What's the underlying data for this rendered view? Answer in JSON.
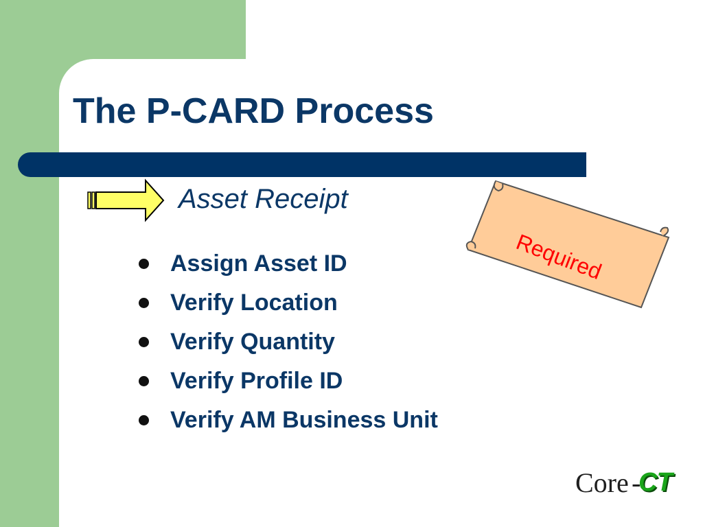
{
  "slide": {
    "title": "The P-CARD Process",
    "subtitle": "Asset Receipt",
    "scroll_label": "Required",
    "bullets": [
      "Assign Asset ID",
      "Verify Location",
      "Verify Quantity",
      "Verify Profile ID",
      "Verify AM Business Unit"
    ],
    "logo": {
      "core": "Core",
      "hyphen": "-",
      "ct": "CT"
    }
  },
  "colors": {
    "title_text": "#0b3766",
    "title_bar": "#003366",
    "left_block": "#9ccc95",
    "arrow_fill": "#ffff66",
    "scroll_fill": "#ffcc99",
    "scroll_text": "#ff0000",
    "logo_ct": "#1aa51a"
  },
  "icons": {
    "arrow": "right-arrow-icon",
    "scroll": "scroll-banner",
    "bullet": "bullet-dot-icon"
  }
}
